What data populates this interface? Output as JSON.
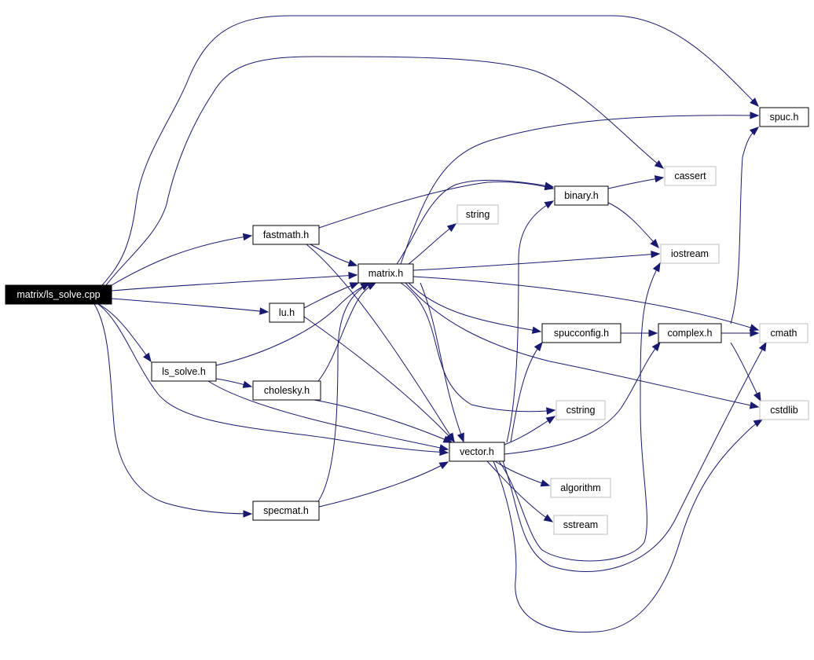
{
  "diagram": {
    "type": "include-dependency-graph",
    "edge_color": "#191970",
    "root_fill": "#000000",
    "nodes": [
      {
        "id": "ls_solve_cpp",
        "label": "matrix/ls_solve.cpp",
        "kind": "root"
      },
      {
        "id": "fastmath",
        "label": "fastmath.h",
        "kind": "project"
      },
      {
        "id": "matrix",
        "label": "matrix.h",
        "kind": "project"
      },
      {
        "id": "lu",
        "label": "lu.h",
        "kind": "project"
      },
      {
        "id": "ls_solve_h",
        "label": "ls_solve.h",
        "kind": "project"
      },
      {
        "id": "cholesky",
        "label": "cholesky.h",
        "kind": "project"
      },
      {
        "id": "specmat",
        "label": "specmat.h",
        "kind": "project"
      },
      {
        "id": "vector",
        "label": "vector.h",
        "kind": "project"
      },
      {
        "id": "binary",
        "label": "binary.h",
        "kind": "project"
      },
      {
        "id": "spucconfig",
        "label": "spucconfig.h",
        "kind": "project"
      },
      {
        "id": "complex",
        "label": "complex.h",
        "kind": "project"
      },
      {
        "id": "spuc",
        "label": "spuc.h",
        "kind": "project"
      },
      {
        "id": "cassert",
        "label": "cassert",
        "kind": "system"
      },
      {
        "id": "string",
        "label": "string",
        "kind": "system"
      },
      {
        "id": "iostream",
        "label": "iostream",
        "kind": "system"
      },
      {
        "id": "cmath",
        "label": "cmath",
        "kind": "system"
      },
      {
        "id": "cstdlib",
        "label": "cstdlib",
        "kind": "system"
      },
      {
        "id": "cstring",
        "label": "cstring",
        "kind": "system"
      },
      {
        "id": "algorithm",
        "label": "algorithm",
        "kind": "system"
      },
      {
        "id": "sstream",
        "label": "sstream",
        "kind": "system"
      }
    ],
    "edges": [
      {
        "from": "ls_solve_cpp",
        "to": "spuc"
      },
      {
        "from": "ls_solve_cpp",
        "to": "cassert"
      },
      {
        "from": "ls_solve_cpp",
        "to": "fastmath"
      },
      {
        "from": "ls_solve_cpp",
        "to": "matrix"
      },
      {
        "from": "ls_solve_cpp",
        "to": "lu"
      },
      {
        "from": "ls_solve_cpp",
        "to": "ls_solve_h"
      },
      {
        "from": "ls_solve_cpp",
        "to": "vector"
      },
      {
        "from": "ls_solve_cpp",
        "to": "specmat"
      },
      {
        "from": "fastmath",
        "to": "binary"
      },
      {
        "from": "fastmath",
        "to": "matrix"
      },
      {
        "from": "fastmath",
        "to": "vector"
      },
      {
        "from": "matrix",
        "to": "spuc"
      },
      {
        "from": "matrix",
        "to": "binary"
      },
      {
        "from": "matrix",
        "to": "string"
      },
      {
        "from": "matrix",
        "to": "iostream"
      },
      {
        "from": "matrix",
        "to": "cmath"
      },
      {
        "from": "matrix",
        "to": "spucconfig"
      },
      {
        "from": "matrix",
        "to": "cstdlib"
      },
      {
        "from": "matrix",
        "to": "cstring"
      },
      {
        "from": "matrix",
        "to": "vector"
      },
      {
        "from": "lu",
        "to": "matrix"
      },
      {
        "from": "lu",
        "to": "vector"
      },
      {
        "from": "ls_solve_h",
        "to": "matrix"
      },
      {
        "from": "ls_solve_h",
        "to": "cholesky"
      },
      {
        "from": "ls_solve_h",
        "to": "vector"
      },
      {
        "from": "cholesky",
        "to": "matrix"
      },
      {
        "from": "cholesky",
        "to": "vector"
      },
      {
        "from": "specmat",
        "to": "matrix"
      },
      {
        "from": "specmat",
        "to": "vector"
      },
      {
        "from": "binary",
        "to": "cassert"
      },
      {
        "from": "binary",
        "to": "iostream"
      },
      {
        "from": "spucconfig",
        "to": "complex"
      },
      {
        "from": "complex",
        "to": "spuc"
      },
      {
        "from": "complex",
        "to": "cmath"
      },
      {
        "from": "complex",
        "to": "cstdlib"
      },
      {
        "from": "vector",
        "to": "binary"
      },
      {
        "from": "vector",
        "to": "spucconfig"
      },
      {
        "from": "vector",
        "to": "cstring"
      },
      {
        "from": "vector",
        "to": "complex"
      },
      {
        "from": "vector",
        "to": "algorithm"
      },
      {
        "from": "vector",
        "to": "sstream"
      },
      {
        "from": "vector",
        "to": "iostream"
      },
      {
        "from": "vector",
        "to": "cmath"
      },
      {
        "from": "vector",
        "to": "cstdlib"
      }
    ]
  }
}
